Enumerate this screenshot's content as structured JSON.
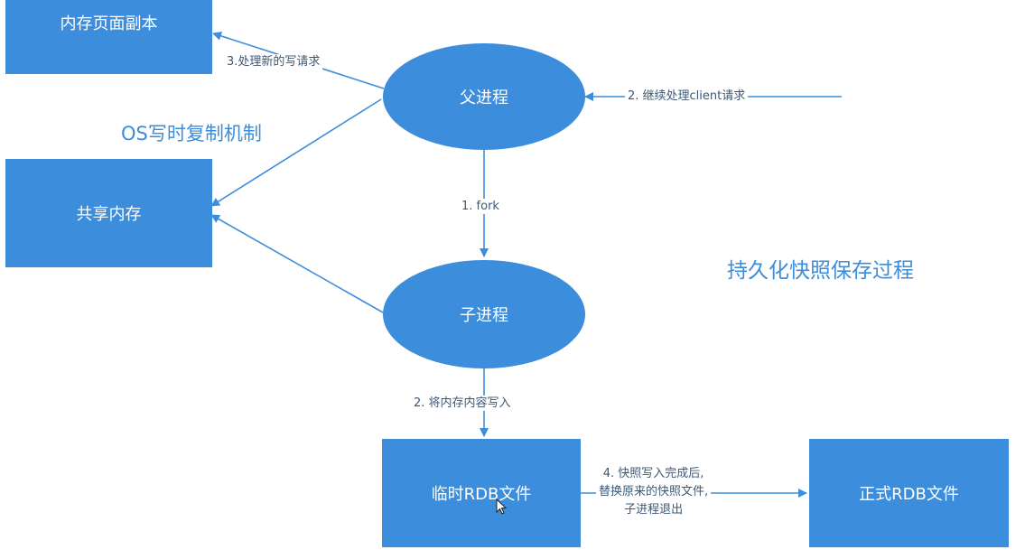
{
  "nodes": {
    "memory_page_copy": "内存页面副本",
    "shared_memory": "共享内存",
    "parent_process": "父进程",
    "child_process": "子进程",
    "temp_rdb_file": "临时RDB文件",
    "final_rdb_file": "正式RDB文件"
  },
  "edges": {
    "fork": "1. fork",
    "continue_client": "2. 继续处理client请求",
    "write_memory": "2. 将内存内容写入",
    "handle_writes": "3.处理新的写请求",
    "replace_snapshot": [
      "4. 快照写入完成后,",
      "替换原来的快照文件,",
      "子进程退出"
    ]
  },
  "annotations": {
    "cow": "OS写时复制机制",
    "title": "持久化快照保存过程"
  },
  "colors": {
    "node_fill": "#3c8ddb",
    "node_text": "#ffffff",
    "edge": "#3c8ddb",
    "edge_label": "#3d5876",
    "heading": "#3c8ddb"
  }
}
